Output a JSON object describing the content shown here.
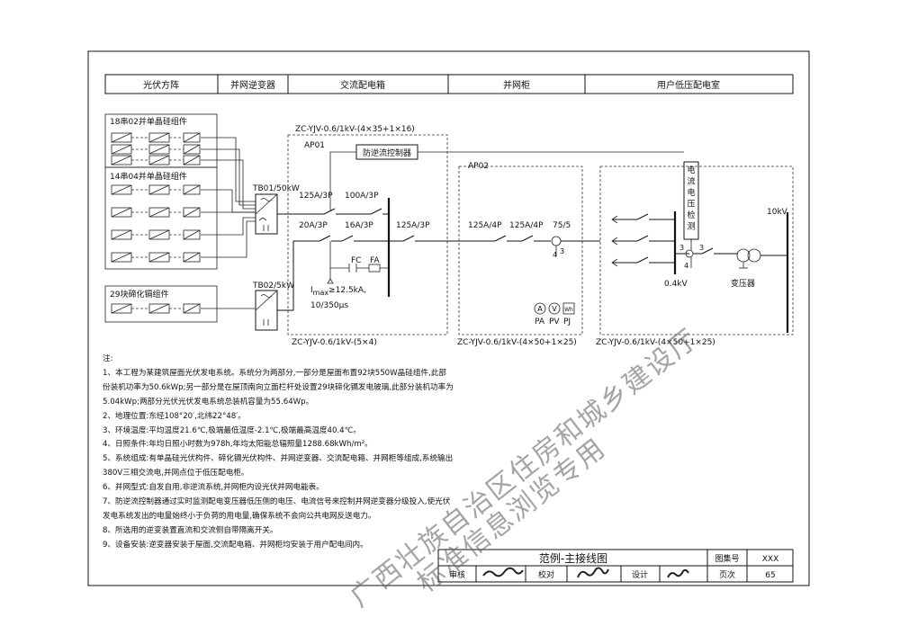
{
  "header": {
    "columns": [
      "光伏方阵",
      "并网逆变器",
      "交流配电箱",
      "并网柜",
      "用户低压配电室"
    ]
  },
  "pv": {
    "group1": "18串02并单晶硅组件",
    "group2": "14串04并单晶硅组件",
    "group3": "29块碲化镉组件",
    "inverter1": "TB01/50kW",
    "inverter2": "TB02/5kW"
  },
  "cables": {
    "top": "ZC-YJV-0.6/1kV-(4×35+1×16)",
    "bottom1": "ZC-YJV-0.6/1kV-(5×4)",
    "bottom2": "ZC-YJV-0.6/1kV-(4×50+1×25)",
    "bottom3": "ZC-YJV-0.6/1kV-(4×50+1×25)"
  },
  "ap01": {
    "name": "AP01",
    "controller": "防逆流控制器",
    "breaker_main": "125A/3P",
    "breaker_100": "100A/3P",
    "breaker_20": "20A/3P",
    "breaker_16": "16A/3P",
    "breaker_out": "125A/3P",
    "fc": "FC",
    "fa": "FA",
    "imax": "I",
    "imax_sub": "max",
    "imax_val": "≥12.5kA,",
    "impulse": "10/350μs"
  },
  "ap02": {
    "name": "AP02",
    "breaker1": "125A/4P",
    "breaker2": "125A/4P",
    "ratio": "75/5",
    "pa": "PA",
    "pv": "PV",
    "pj": "PJ",
    "a_icon": "A",
    "v_icon": "V",
    "wh_icon": "Wh"
  },
  "room": {
    "detect": [
      "电",
      "流",
      "电",
      "压",
      "检",
      "测"
    ],
    "voltage_low": "0.4kV",
    "voltage_high": "10kV",
    "transformer": "变压器",
    "n3a": "3",
    "n3b": "3",
    "n4": "4",
    "n3c": "3",
    "n4b": "4"
  },
  "notes": {
    "heading": "注:",
    "items": [
      "1、本工程为某建筑屋面光伏发电系统。系统分为两部分,一部分是屋面布置92块550W晶硅组件,此部份装机功率为50.6kWp;另一部分是在屋顶南向立面栏杆处设置29块碲化镉发电玻璃,此部分装机功率为5.04kWp;两部分光伏光伏发电系统总装机容量为55.64Wp。",
      "2、地理位置:东经108°20′,北纬22°48′。",
      "3、环境温度:平均温度21.6℃,极端最低温度-2.1℃,极端最高温度40.4℃。",
      "4、日照条件:年均日照小时数为978h,年均太阳能总辐照量1288.68kWh/m²。",
      "5、系统组成:有单晶硅光伏构件、碲化镉光伏构件、并网逆变器、交流配电箱、并网柜等组成,系统输出380V三相交流电,并网点位于低压配电柜。",
      "6、并网型式:自发自用,非逆流系统,并网柜内设光伏并网电能表。",
      "7、防逆流控制器通过实时监测配电变压器低压侧的电压、电流信号来控制并网逆变器分级投入,使光伏发电系统发出的电量始终小于负荷的用电量,确保系统不会向公共电网反送电力。",
      "8、所选用的逆变装置直流和交流侧自带隔离开关。",
      "9、设备安装:逆变器安装于屋面,交流配电箱、并网柜均安装于用户配电间内。"
    ]
  },
  "titleblock": {
    "title": "范例-主接线图",
    "atlas_label": "图集号",
    "atlas_value": "XXX",
    "review_label": "审核",
    "check_label": "校对",
    "design_label": "设计",
    "page_label": "页次",
    "page_value": "65"
  },
  "stamp": {
    "line1": "广西壮族自治区住房和城乡建设厅",
    "line2": "标准信息浏览专用"
  }
}
